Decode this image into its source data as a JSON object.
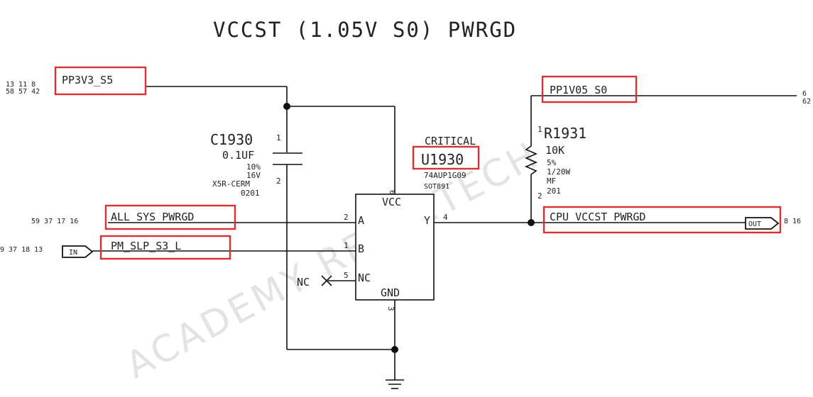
{
  "title": "VCCST (1.05V S0) PWRGD",
  "watermark": "ACADEMY REWA.TECH",
  "nets": {
    "pp3v3": {
      "label": "PP3V3_S5",
      "refs": [
        "13 11 8",
        "58 57 42"
      ]
    },
    "pp1v05": {
      "label": "PP1V05_S0",
      "refs": [
        "6",
        "62"
      ]
    },
    "all_sys": {
      "label": "ALL_SYS_PWRGD",
      "refs": "59 37 17 16"
    },
    "pm_slp": {
      "label": "PM_SLP_S3_L",
      "refs": "9 37 18 13",
      "port": "IN"
    },
    "cpu_vccst": {
      "label": "CPU_VCCST_PWRGD",
      "refs": "8 16",
      "port": "OUT"
    }
  },
  "c1930": {
    "ref": "C1930",
    "value": "0.1UF",
    "tol": "10%",
    "volt": "16V",
    "type": "X5R-CERM",
    "pkg": "0201",
    "pin1": "1",
    "pin2": "2"
  },
  "u1930": {
    "critical": "CRITICAL",
    "ref": "U1930",
    "part": "74AUP1G09",
    "pkg": "SOT891",
    "pins": {
      "vcc": "VCC",
      "vcc_num": "6",
      "a": "A",
      "a_num": "2",
      "b": "B",
      "b_num": "1",
      "nc": "NC",
      "nc_num": "5",
      "y": "Y",
      "y_num": "4",
      "gnd": "GND",
      "gnd_num": "3"
    },
    "nc_ext": "NC"
  },
  "r1931": {
    "ref": "R1931",
    "value": "10K",
    "tol": "5%",
    "power": "1/20W",
    "type": "MF",
    "pkg": "201",
    "pin1": "1",
    "pin2": "2"
  },
  "colors": {
    "highlight": "#d93030",
    "wire": "#111111",
    "text": "#222222"
  }
}
